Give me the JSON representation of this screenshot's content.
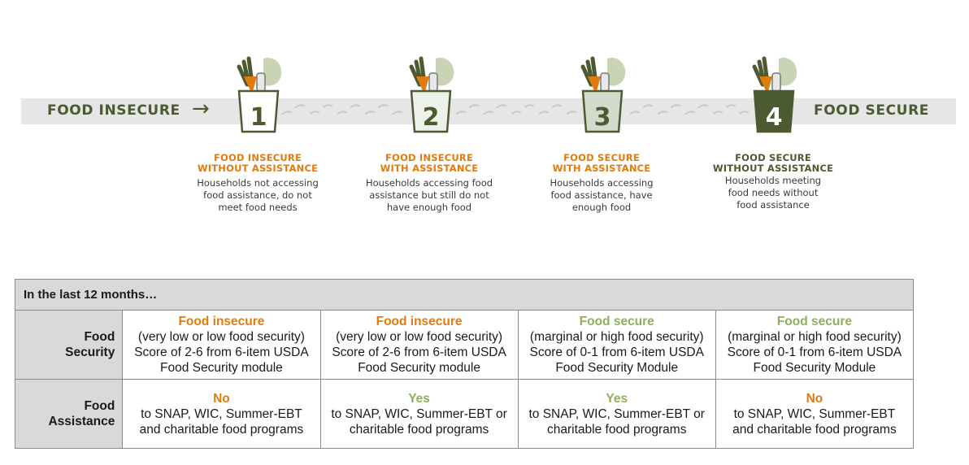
{
  "band": {
    "left_label": "FOOD INSECURE",
    "right_label": "FOOD SECURE",
    "arrow": "→"
  },
  "stages": [
    {
      "number": "1",
      "title_line1": "FOOD INSECURE",
      "title_line2": "WITHOUT ASSISTANCE",
      "desc": [
        "Households not accessing",
        "food assistance, do not",
        "meet food needs"
      ]
    },
    {
      "number": "2",
      "title_line1": "FOOD INSECURE",
      "title_line2": "WITH ASSISTANCE",
      "desc": [
        "Households accessing food",
        "assistance but still do not",
        "have enough food"
      ]
    },
    {
      "number": "3",
      "title_line1": "FOOD SECURE",
      "title_line2": "WITH ASSISTANCE",
      "desc": [
        "Households accessing",
        "food assistance, have",
        "enough food"
      ]
    },
    {
      "number": "4",
      "title_line1": "FOOD SECURE",
      "title_line2": "WITHOUT ASSISTANCE",
      "desc": [
        "Households meeting",
        "food needs without",
        "food assistance"
      ]
    }
  ],
  "colors": {
    "orange": "#e07b10",
    "dark_green": "#4c5a31",
    "light_green": "#8fae5e",
    "gray_band": "#e6e6e6",
    "header_gray": "#d9d9d9"
  },
  "table": {
    "header": "In the last 12 months…",
    "row1_label_line1": "Food",
    "row1_label_line2": "Security",
    "row2_label_line1": "Food",
    "row2_label_line2": "Assistance",
    "security": [
      {
        "status": "Food insecure",
        "line1": "(very low or low food security)",
        "line2": "Score of 2-6 from 6-item USDA",
        "line3": "Food Security module"
      },
      {
        "status": "Food insecure",
        "line1": "(very low or low food security)",
        "line2": "Score of 2-6 from 6-item USDA",
        "line3": "Food Security module"
      },
      {
        "status": "Food secure",
        "line1": "(marginal or high food security)",
        "line2": "Score of 0-1 from 6-item USDA",
        "line3": "Food Security Module"
      },
      {
        "status": "Food secure",
        "line1": "(marginal or high food security)",
        "line2": "Score of 0-1 from 6-item USDA",
        "line3": "Food Security Module"
      }
    ],
    "assistance": [
      {
        "answer": "No",
        "line1": "to SNAP, WIC, Summer-EBT",
        "line2": "and charitable food programs"
      },
      {
        "answer": "Yes",
        "line1": "to SNAP, WIC, Summer-EBT or",
        "line2": "charitable food programs"
      },
      {
        "answer": "Yes",
        "line1": "to SNAP, WIC, Summer-EBT or",
        "line2": "charitable food programs"
      },
      {
        "answer": "No",
        "line1": "to SNAP, WIC, Summer-EBT",
        "line2": "and charitable food programs"
      }
    ]
  }
}
